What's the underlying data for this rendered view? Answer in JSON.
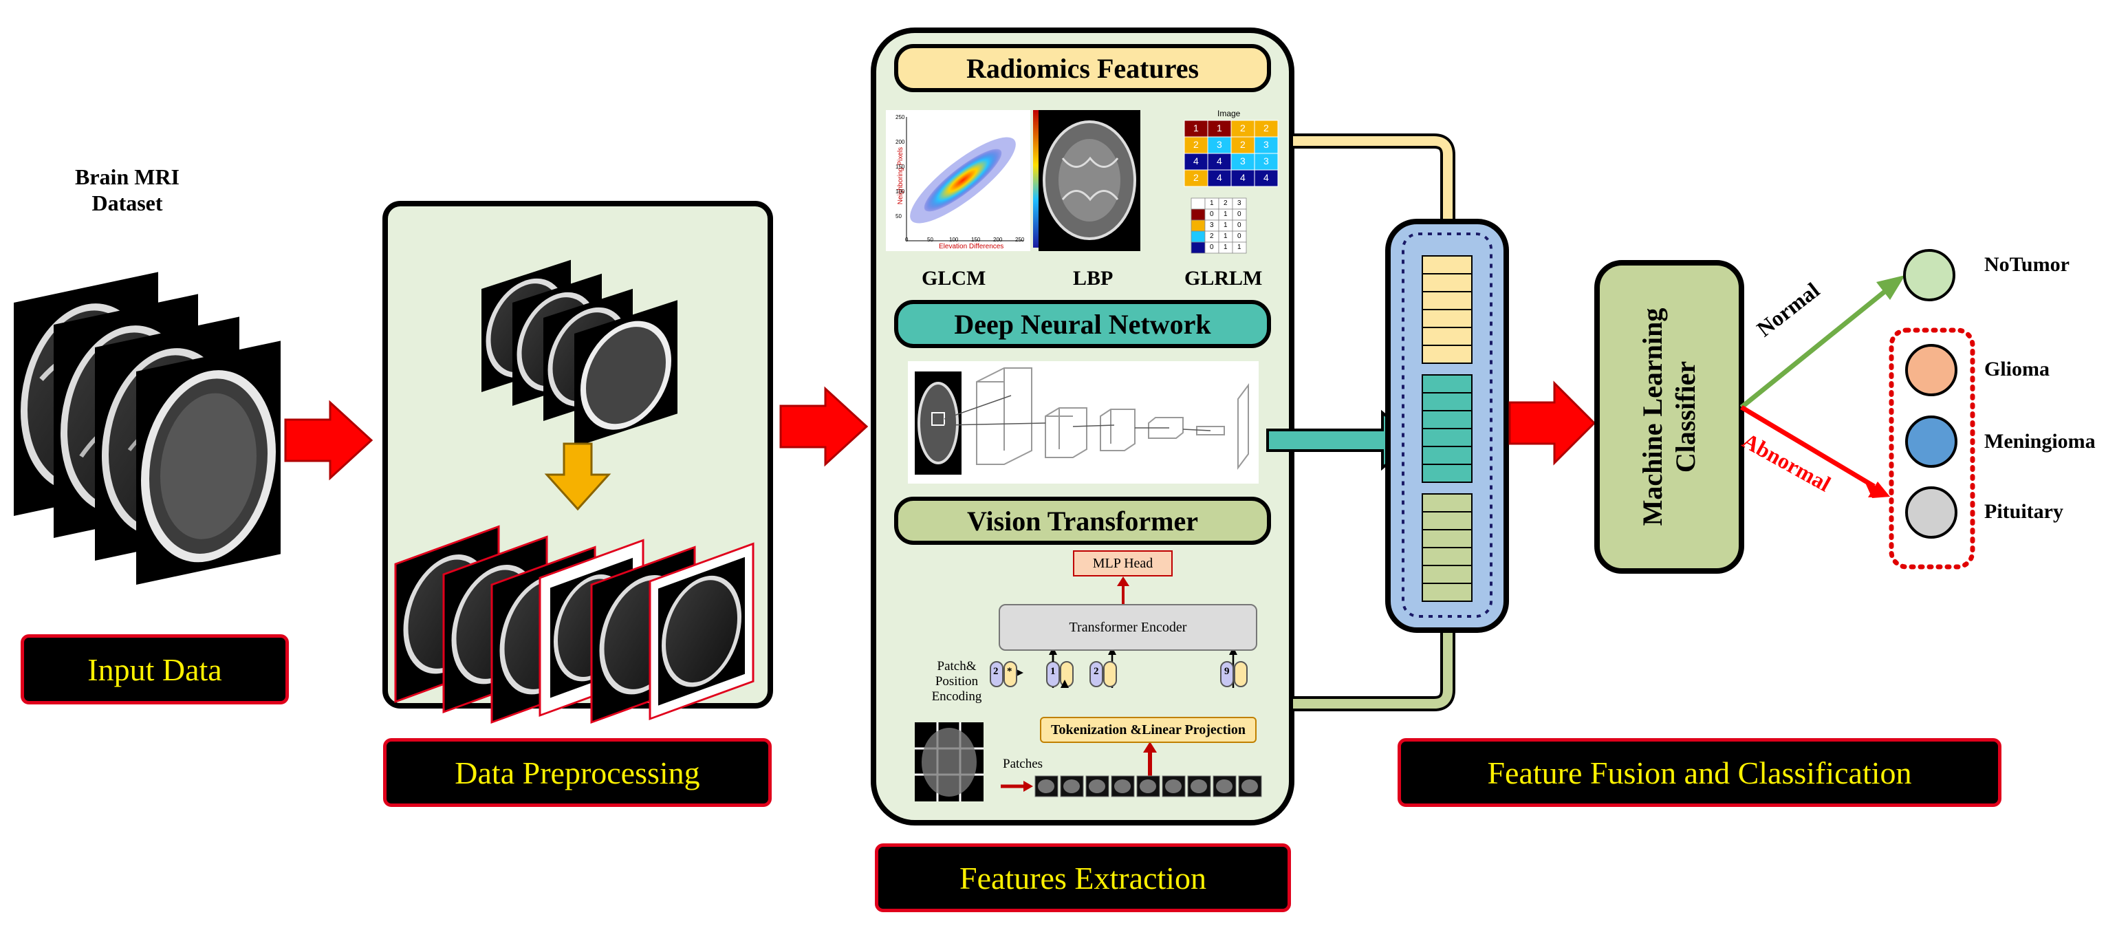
{
  "input": {
    "dataset_title_line1": "Brain MRI",
    "dataset_title_line2": "Dataset",
    "label": "Input Data"
  },
  "preprocessing": {
    "label": "Data Preprocessing"
  },
  "extraction": {
    "label": "Features Extraction",
    "radiomics": {
      "title": "Radiomics Features",
      "glcm": "GLCM",
      "lbp": "LBP",
      "glrlm": "GLRLM",
      "glcm_xlabel": "Elevation Differences",
      "glcm_ylabel": "Neighboring Pixels",
      "glcm_xticks": [
        "0",
        "50",
        "100",
        "150",
        "200",
        "250"
      ],
      "glcm_yticks": [
        "250",
        "200",
        "150",
        "100",
        "50"
      ],
      "glrlm_image_label": "Image",
      "glrlm_grid": [
        [
          "1",
          "1",
          "2",
          "2"
        ],
        [
          "2",
          "3",
          "2",
          "3"
        ],
        [
          "4",
          "4",
          "3",
          "3"
        ],
        [
          "2",
          "4",
          "4",
          "4"
        ]
      ],
      "glrlm_header": [
        "1",
        "2",
        "3"
      ],
      "glrlm_matrix": [
        [
          "0",
          "1",
          "0"
        ],
        [
          "3",
          "1",
          "0"
        ],
        [
          "2",
          "1",
          "0"
        ],
        [
          "0",
          "1",
          "1"
        ]
      ]
    },
    "dnn": {
      "title": "Deep Neural Network"
    },
    "vit": {
      "title": "Vision Transformer",
      "mlp_head": "MLP Head",
      "encoder": "Transformer Encoder",
      "tokenization": "Tokenization &Linear Projection",
      "patch_line1": "Patch&",
      "patch_line2": "Position",
      "patch_line3": "Encoding",
      "patches": "Patches",
      "tokens": [
        "2",
        "*",
        "1",
        "2",
        "9"
      ]
    }
  },
  "fusion": {
    "label": "Feature Fusion and Classification",
    "classifier_line1": "Machine Learning",
    "classifier_line2": "Classifier",
    "normal": "Normal",
    "abnormal": "Abnormal",
    "classes": [
      "NoTumor",
      "Glioma",
      "Meningioma",
      "Pituitary"
    ]
  },
  "colors": {
    "panel_bg": "#e6f0dc",
    "label_text": "#fff200",
    "label_border": "#e0001b",
    "radiomics": "#fde6a3",
    "dnn": "#4fc1b0",
    "vit": "#c5d59b",
    "fusion_bg": "#a7c5e9",
    "arrow_red": "#ff0000",
    "arrow_orange": "#f6b100",
    "normal_green": "#70ad47",
    "abnormal_red": "#ff0000",
    "notumor": "#c9e4b7",
    "glioma": "#f6b48c",
    "meningioma": "#5b9bd5",
    "pituitary": "#d0d0d0"
  }
}
